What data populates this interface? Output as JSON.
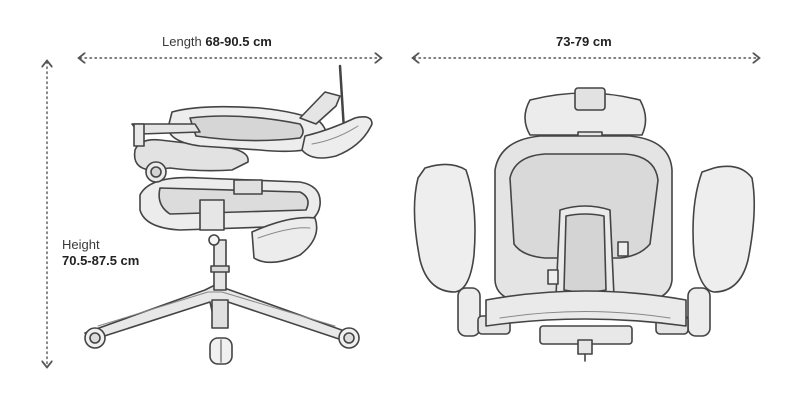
{
  "dimensions": {
    "length": {
      "prefix": "Length ",
      "value": "68-90.5 cm"
    },
    "width": {
      "value": "73-79 cm"
    },
    "height": {
      "prefix": "Height",
      "value": "70.5-87.5 cm"
    }
  },
  "colors": {
    "line": "#444444",
    "fill_light": "#efefef",
    "fill_mid": "#dcdcdc",
    "dimension_line": "#555555"
  },
  "icons": [
    "side-view-chair-illustration",
    "top-view-chair-illustration"
  ]
}
